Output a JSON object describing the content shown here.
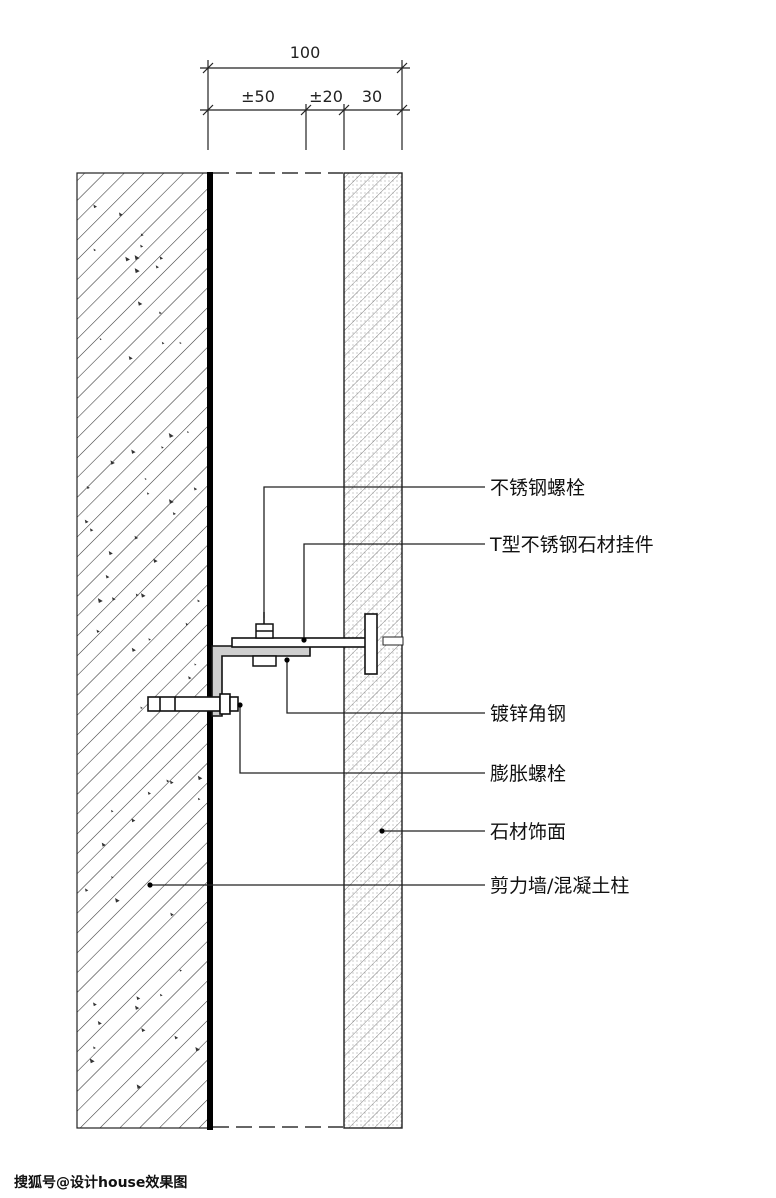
{
  "dimensions": {
    "total": "100",
    "gap_tolerance": "±50",
    "bracket_tolerance": "±20",
    "stone_thickness": "30"
  },
  "labels": {
    "stainless_bolt": "不锈钢螺栓",
    "t_hanger": "T型不锈钢石材挂件",
    "galvanized_angle": "镀锌角钢",
    "expansion_bolt": "膨胀螺栓",
    "stone_facing": "石材饰面",
    "shear_wall": "剪力墙/混凝土柱"
  },
  "credit": "搜狐号@设计house效果图"
}
